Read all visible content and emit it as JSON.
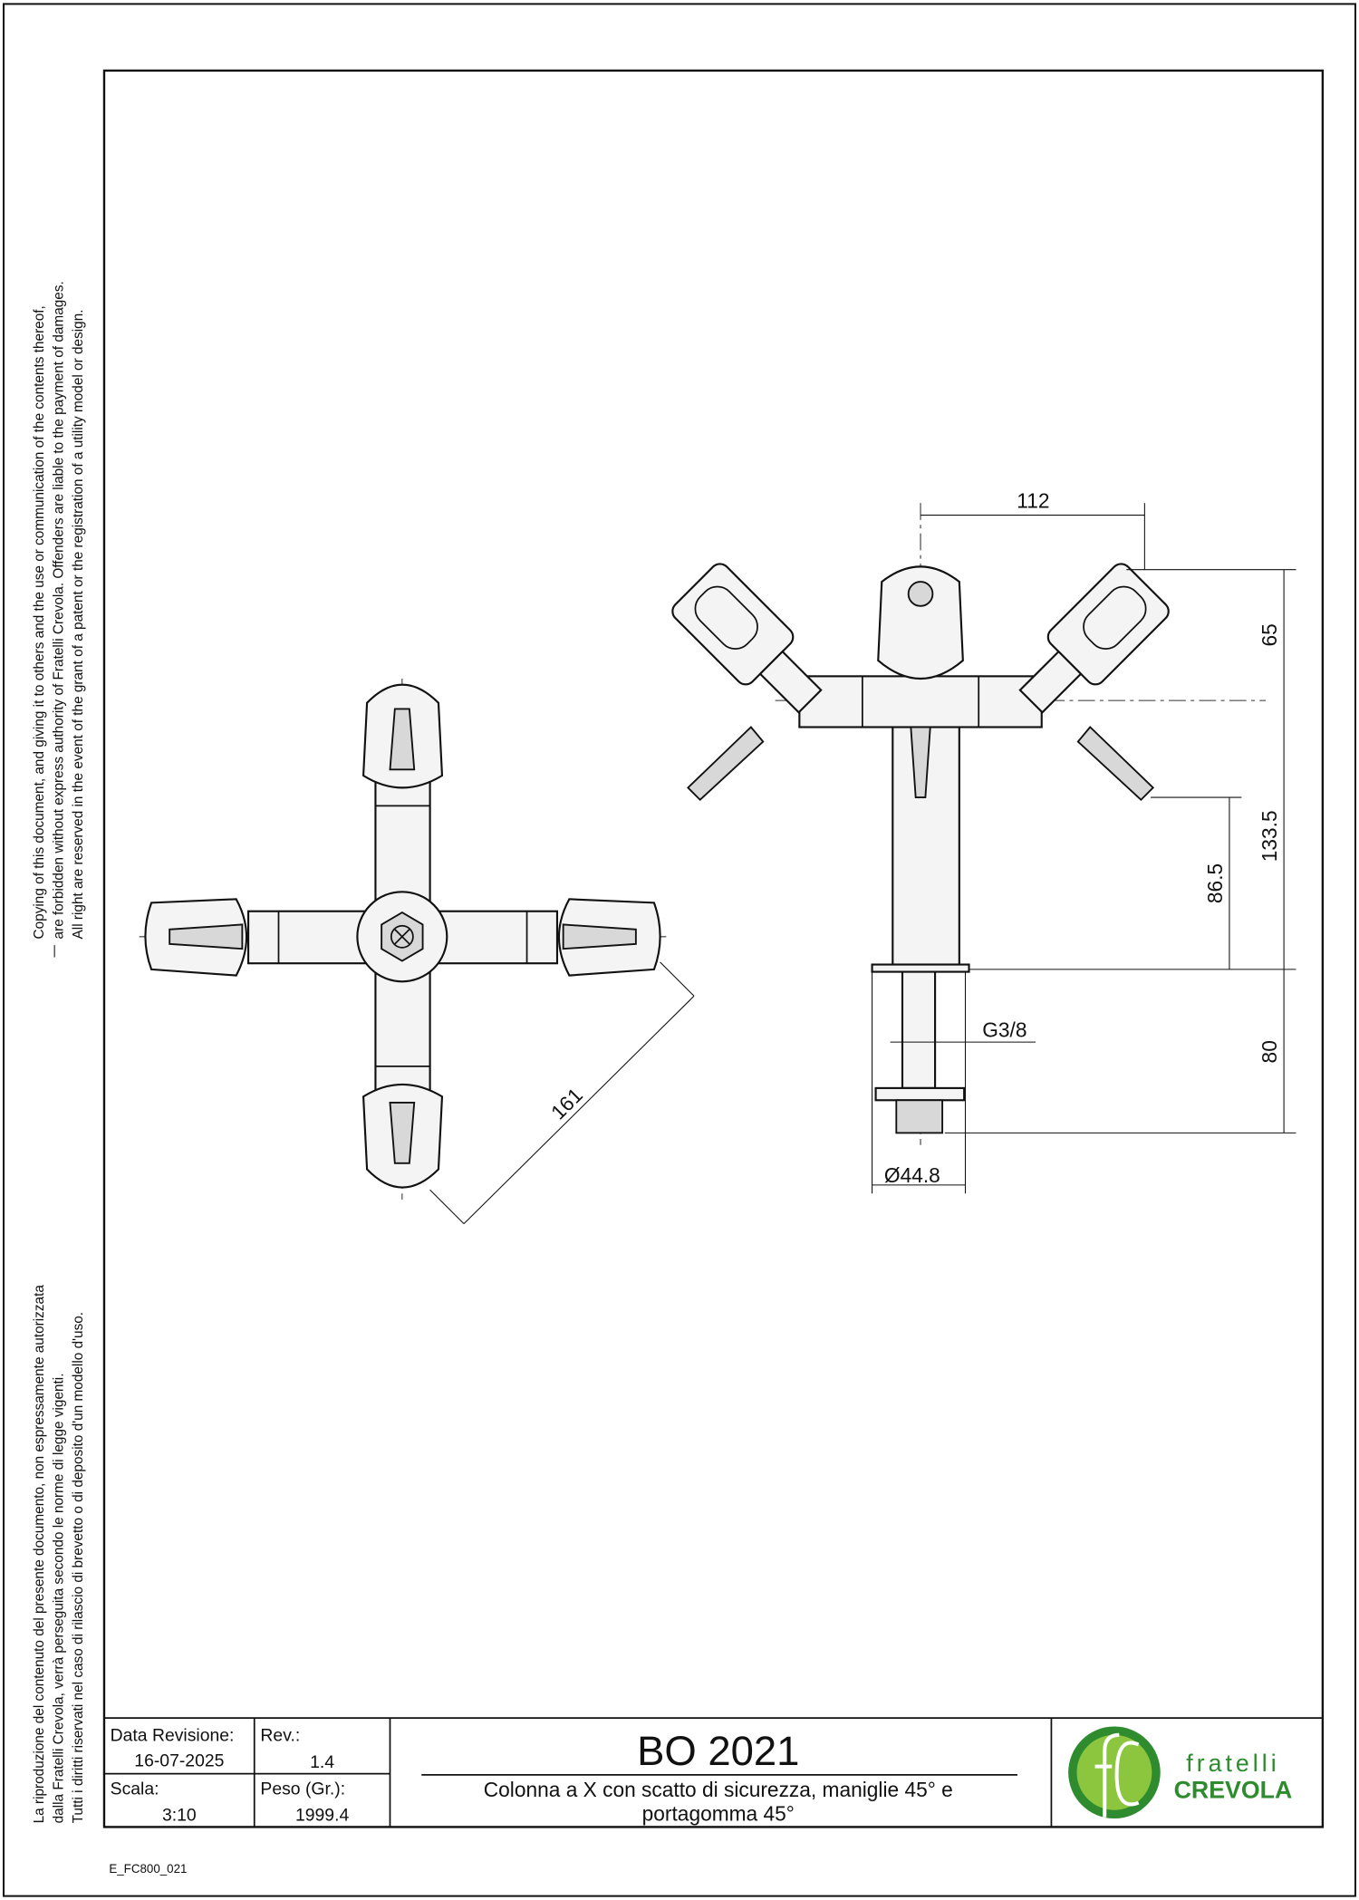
{
  "legal_notice_en": [
    "Copying of this document, and giving it to others and the use or communication of the contents thereof,",
    "are forbidden without express authority of Fratelli Crevola. Offenders are liable to the payment of damages.",
    "All right are reserved in the event of the grant of a patent or the registration of a utility model or design."
  ],
  "legal_notice_it": [
    "La riproduzione del contenuto del presente documento, non espressamente autorizzata",
    "dalla Fratelli Crevola, verrà perseguita secondo le norme di legge vigenti.",
    "Tutti i diritti riservati nel caso di rilascio di brevetto o di deposito d'un modello d'uso."
  ],
  "dimensions": {
    "top_view_diagonal": "161",
    "width": "112",
    "handle_height": "65",
    "total_height": "133.5",
    "barb_height": "86.5",
    "stem_length": "80",
    "thread": "G3/8",
    "diameter": "Ø44.8"
  },
  "title_block": {
    "revision_date_label": "Data Revisione:",
    "revision_date": "16-07-2025",
    "rev_label": "Rev.:",
    "rev": "1.4",
    "scale_label": "Scala:",
    "scale": "3:10",
    "weight_label": "Peso (Gr.):",
    "weight": "1999.4",
    "code": "BO 2021",
    "description_line1": "Colonna a X con scatto di sicurezza, maniglie 45° e",
    "description_line2": "portagomma 45°",
    "brand_line1": "fratelli",
    "brand_line2": "CREVOLA",
    "brand_color": "#2e8b2e"
  },
  "file_code": "E_FC800_021"
}
